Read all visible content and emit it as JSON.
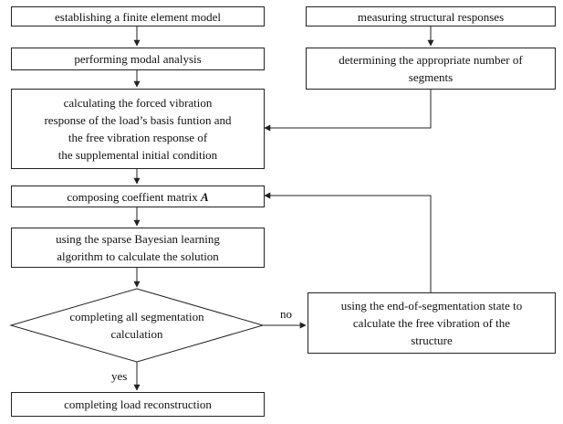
{
  "nodes": {
    "finite_element": [
      "establishing a finite element model"
    ],
    "modal_analysis": [
      "performing modal analysis"
    ],
    "measuring": [
      "measuring structural responses"
    ],
    "segments": [
      "determining the appropriate number of",
      "segments"
    ],
    "forced_vibration": [
      "calculating the forced vibration",
      "response of the load’s basis funtion and",
      "the free vibration response of",
      "the supplemental initial condition"
    ],
    "coefficient": {
      "text": "composing coeffient matrix ",
      "symbol": "A"
    },
    "sparse_bayesian": [
      "using the sparse Bayesian learning",
      "algorithm to calculate the solution"
    ],
    "decision": [
      "completing all segmentation",
      "calculation"
    ],
    "end_state": [
      "using the end-of-segmentation state to",
      "calculate the free vibration of the",
      "structure"
    ],
    "load_reconstruction": [
      "completing load reconstruction"
    ]
  },
  "edge_labels": {
    "no": "no",
    "yes": "yes"
  }
}
